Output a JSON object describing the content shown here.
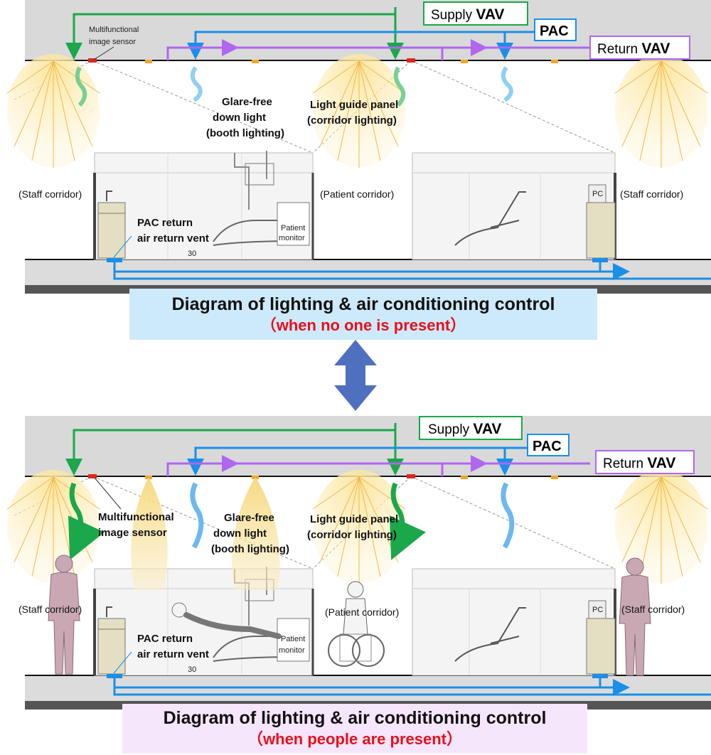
{
  "colors": {
    "supply": "#1aa84a",
    "pac": "#1a8fe8",
    "return": "#b166f0",
    "light": "#f6d77a",
    "sensor": "#e0261b",
    "caption_top_bg": "#cdeafb",
    "caption_bottom_bg": "#f6e6fb",
    "caption_red": "#e8101b",
    "swap_arrow": "#4f6fbf"
  },
  "top": {
    "supply_vav": {
      "prefix": "Supply ",
      "suffix": "VAV"
    },
    "pac": "PAC",
    "return_vav": {
      "prefix": "Return ",
      "suffix": "VAV"
    },
    "sensor_label_1": "Multifunctional",
    "sensor_label_2": "image sensor",
    "glare_1": "Glare-free",
    "glare_2": "down light",
    "glare_3": "(booth lighting)",
    "guide_1": "Light guide panel",
    "guide_2": "(corridor lighting)",
    "staff_left": "(Staff corridor)",
    "patient_corridor": "(Patient corridor)",
    "staff_right": "(Staff corridor)",
    "pac_return_1": "PAC return",
    "pac_return_2": "air return vent",
    "monitor_1": "Patient",
    "monitor_2": "monitor",
    "pc": "PC",
    "num": "30",
    "caption_1": "Diagram of lighting & air conditioning control",
    "caption_2": "（when no one is present）"
  },
  "bottom": {
    "supply_vav": {
      "prefix": "Supply ",
      "suffix": "VAV"
    },
    "pac": "PAC",
    "return_vav": {
      "prefix": "Return ",
      "suffix": "VAV"
    },
    "sensor_label_1": "Multifunctional",
    "sensor_label_2": "image sensor",
    "glare_1": "Glare-free",
    "glare_2": "down light",
    "glare_3": "(booth lighting)",
    "guide_1": "Light guide panel",
    "guide_2": "(corridor lighting)",
    "staff_left": "(Staff corridor)",
    "patient_corridor": "(Patient corridor)",
    "staff_right": "(Staff corridor)",
    "pac_return_1": "PAC return",
    "pac_return_2": "air return vent",
    "monitor_1": "Patient",
    "monitor_2": "monitor",
    "pc": "PC",
    "num": "30",
    "caption_1": "Diagram of lighting & air conditioning control",
    "caption_2": "（when people are present）"
  }
}
